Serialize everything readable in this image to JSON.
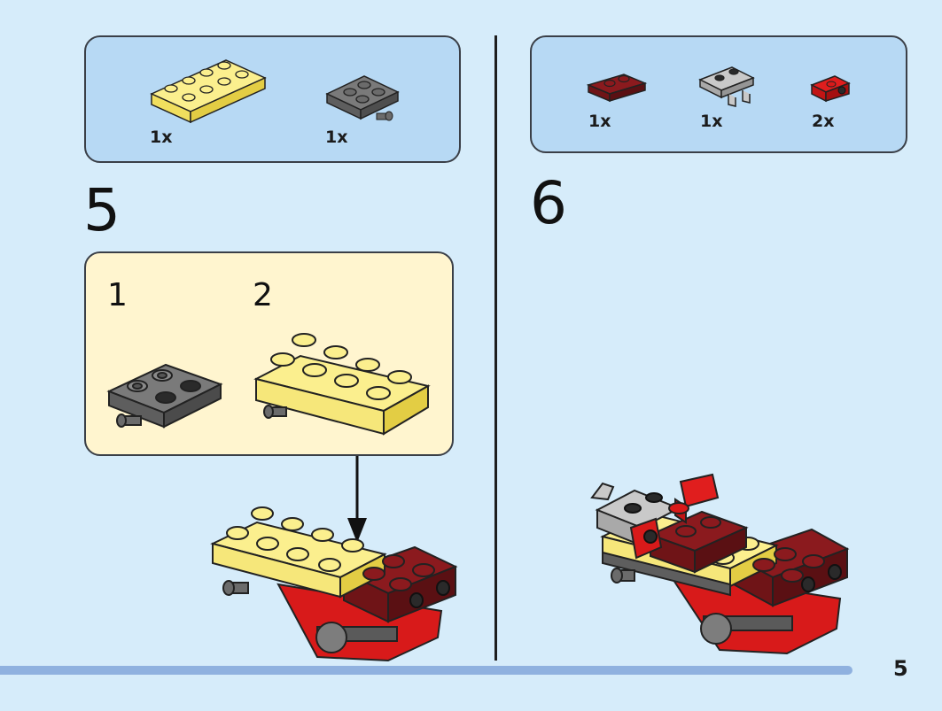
{
  "step5": {
    "number": "5",
    "parts": [
      {
        "qty": "1x",
        "icon": "yellow-2x4-plate"
      },
      {
        "qty": "1x",
        "icon": "dark-gray-wheel-holder-plate"
      }
    ],
    "substeps": [
      {
        "number": "1",
        "icon": "dark-gray-wheel-holder-plate"
      },
      {
        "number": "2",
        "icon": "yellow-2x4-plate"
      }
    ]
  },
  "step6": {
    "number": "6",
    "parts": [
      {
        "qty": "1x",
        "icon": "dark-red-1x2-plate"
      },
      {
        "qty": "1x",
        "icon": "light-gray-clip-plate"
      },
      {
        "qty": "2x",
        "icon": "red-bracket"
      }
    ]
  },
  "page": {
    "number": "5"
  },
  "colors": {
    "background": "#d6ecfa",
    "parts_box": "#b7d9f4",
    "sub_box": "#fff5cf",
    "yellow": "#fbef8e",
    "dark_gray": "#6b6b6b",
    "dark_red": "#8b1a1e",
    "red": "#d81a1a",
    "light_gray": "#c9c9c9",
    "bar": "#8fb1df"
  }
}
